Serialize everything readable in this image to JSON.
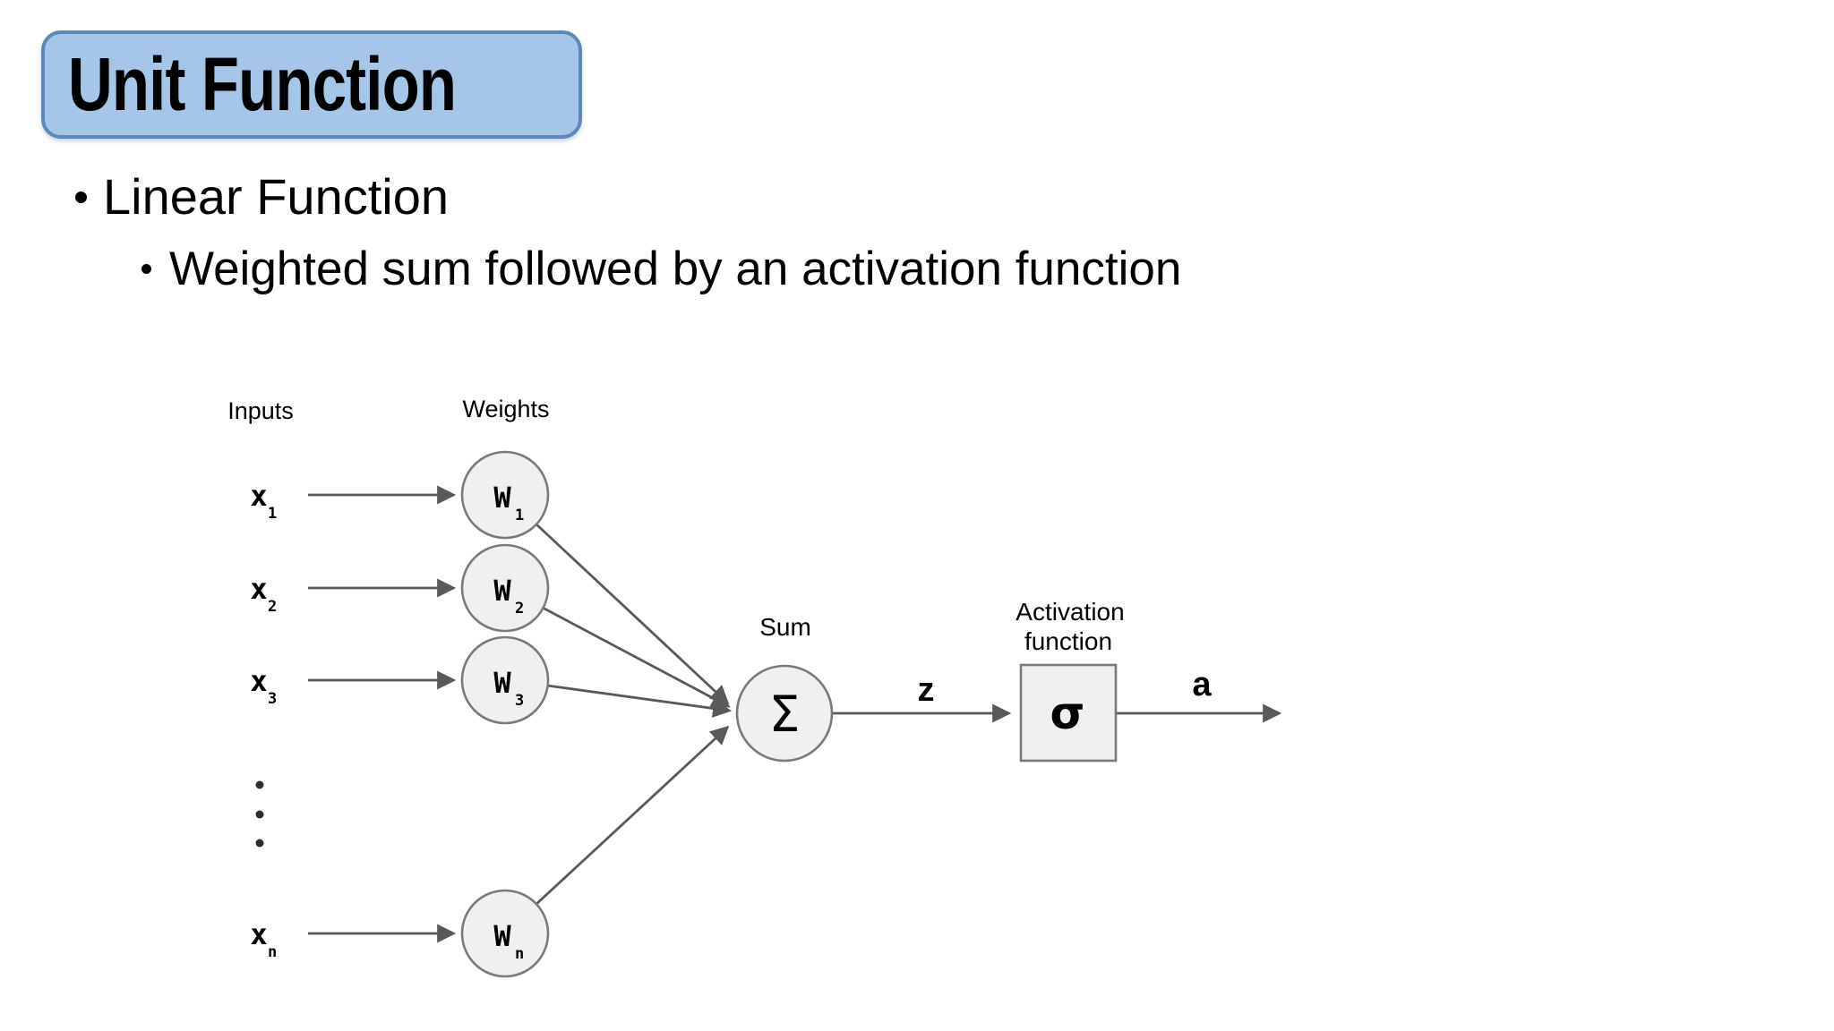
{
  "theme": {
    "background": "#ffffff",
    "title_fill": "#a5c6e8",
    "title_border": "#5d89b8",
    "node_fill": "#f1f0ee",
    "node_stroke": "#7a7a7a",
    "arrow_color": "#595959",
    "text_color": "#000000"
  },
  "slide": {
    "title": "Unit Function",
    "bullet1": "Linear Function",
    "bullet2": "Weighted sum followed by an activation function"
  },
  "diagram": {
    "column_labels": {
      "inputs": "Inputs",
      "weights": "Weights"
    },
    "sum": {
      "label": "Sum",
      "symbol": "Σ"
    },
    "activation": {
      "label_line1": "Activation",
      "label_line2": "function",
      "symbol": "σ"
    },
    "signals": {
      "z": "z",
      "a": "a"
    },
    "rows": [
      {
        "input_base": "x",
        "input_sub": "1",
        "weight_base": "W",
        "weight_sub": "1"
      },
      {
        "input_base": "x",
        "input_sub": "2",
        "weight_base": "W",
        "weight_sub": "2"
      },
      {
        "input_base": "x",
        "input_sub": "3",
        "weight_base": "W",
        "weight_sub": "3"
      },
      {
        "input_base": "x",
        "input_sub": "n",
        "weight_base": "W",
        "weight_sub": "n"
      }
    ]
  }
}
